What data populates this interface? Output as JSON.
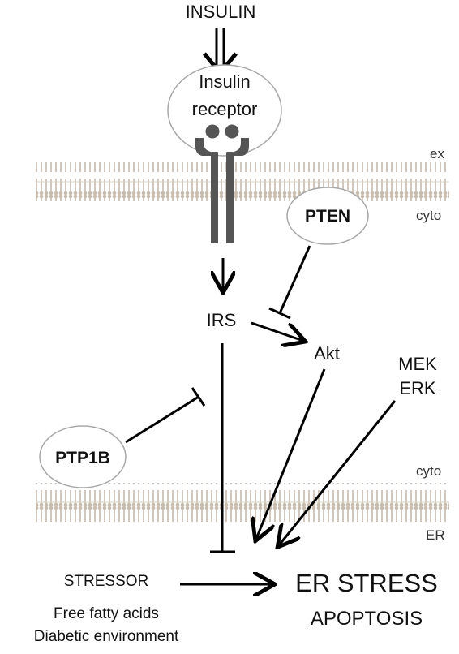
{
  "nodes": {
    "insulin": "INSULIN",
    "receptor_line1": "Insulin",
    "receptor_line2": "receptor",
    "pten": "PTEN",
    "irs": "IRS",
    "akt": "Akt",
    "mek": "MEK",
    "erk": "ERK",
    "ptp1b": "PTP1B",
    "stressor": "STRESSOR",
    "free_fatty_acids": "Free fatty acids",
    "diabetic_environment": "Diabetic environment",
    "er_stress": "ER STRESS",
    "apoptosis": "APOPTOSIS"
  },
  "compartments": {
    "ex": "ex",
    "cyto_top": "cyto",
    "cyto_bottom": "cyto",
    "er": "ER"
  },
  "colors": {
    "membrane": "#b7aa9a",
    "receptor": "#555555",
    "oval_stroke": "#a8a8a8",
    "arrow": "#000000"
  }
}
